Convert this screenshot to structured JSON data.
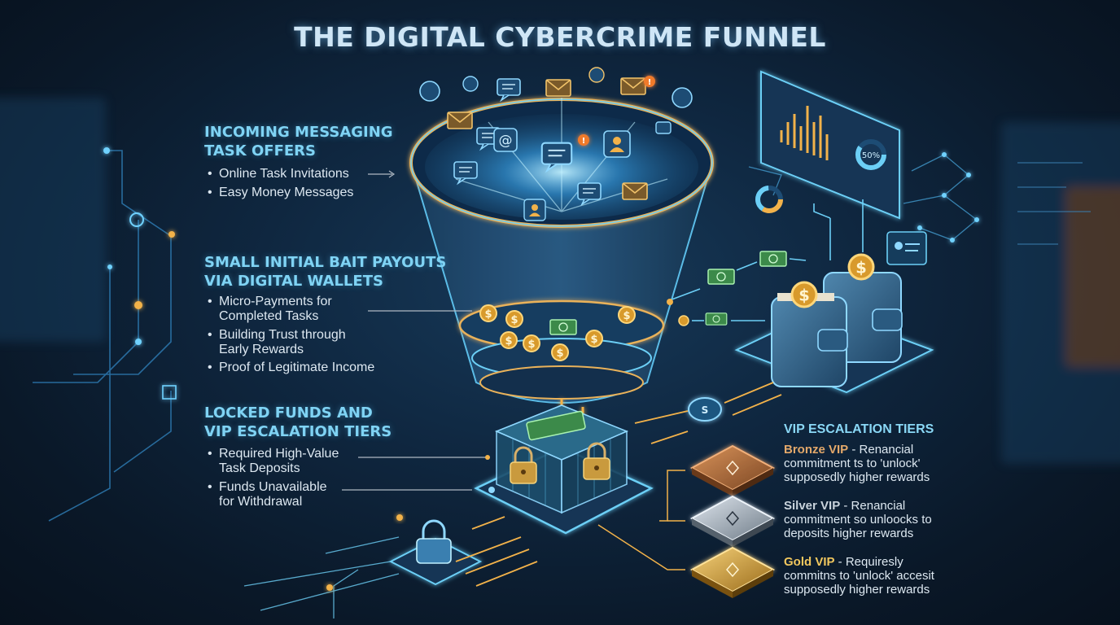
{
  "title": "THE DIGITAL CYBERCRIME FUNNEL",
  "sections": [
    {
      "heading_lines": [
        "INCOMING MESSAGING",
        "TASK OFFERS"
      ],
      "bullets": [
        [
          "Online Task Invitations"
        ],
        [
          "Easy Money Messages"
        ]
      ]
    },
    {
      "heading_lines": [
        "SMALL INITIAL BAIT PAYOUTS",
        "VIA DIGITAL WALLETS"
      ],
      "bullets": [
        [
          "Micro-Payments for",
          "Completed Tasks"
        ],
        [
          "Building Trust through",
          "Early Rewards"
        ],
        [
          "Proof of Legitimate Income"
        ]
      ]
    },
    {
      "heading_lines": [
        "LOCKED FUNDS AND",
        "VIP ESCALATION TIERS"
      ],
      "bullets": [
        [
          "Required High-Value",
          "Task Deposits"
        ],
        [
          "Funds Unavailable",
          "for Withdrawal"
        ]
      ]
    }
  ],
  "vip": {
    "heading": "VIP ESCALATION TIERS",
    "tiers": [
      {
        "name": "Bronze VIP",
        "lines": [
          " - Renancial",
          "commitment ts to 'unlock'",
          "supposedly higher rewards"
        ],
        "color": "#c9864d"
      },
      {
        "name": "Silver VIP",
        "lines": [
          " - Renancial",
          "commitment so unloocks to",
          "deposits higher rewards"
        ],
        "color": "#aeb8c2"
      },
      {
        "name": "Gold VIP",
        "lines": [
          " - Requiresly",
          "commitns to 'unlock' accesit",
          "supposedly higher rewards"
        ],
        "color": "#e8b84a"
      }
    ]
  },
  "dashboard": {
    "gauge_label": "50%"
  },
  "icons": [
    "chat-bubble-icon",
    "envelope-icon",
    "at-sign-icon",
    "user-card-icon",
    "alert-badge-icon",
    "dollar-coin-icon",
    "banknote-icon",
    "wallet-icon",
    "padlock-icon",
    "vault-box-icon",
    "bar-chart-icon",
    "donut-chart-icon"
  ],
  "colors": {
    "accent": "#7fd3f4",
    "glow": "#3fb4ff",
    "funnel_rim": "#e9b25a",
    "bronze": "#c9864d",
    "silver": "#aeb8c2",
    "gold": "#e8b84a"
  }
}
